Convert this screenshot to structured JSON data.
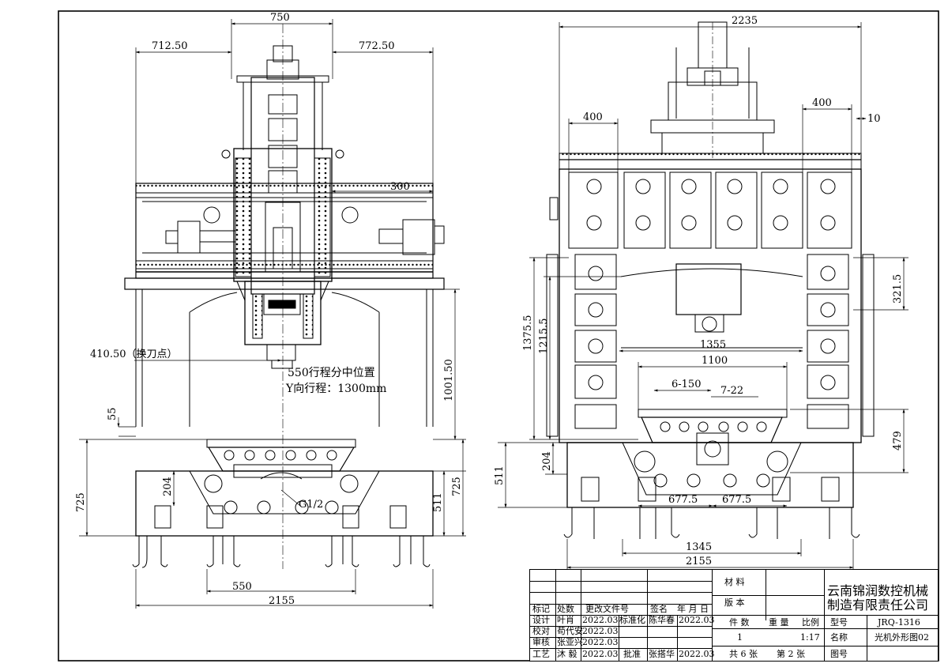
{
  "front_view": {
    "dims": {
      "top_total": "750",
      "top_left": "712.50",
      "top_right": "772.50",
      "inner_top": "300",
      "tool_change": "410.50（换刀点）",
      "right_height": "1001.50",
      "left_55": "55",
      "left_725": "725",
      "inner_204": "204",
      "right_511": "511",
      "right_725": "725",
      "slot": "G1/2",
      "bottom_inner": "550",
      "bottom_total": "2155"
    },
    "notes": {
      "travel_center": "550行程分中位置",
      "y_travel": "Y向行程：1300mm"
    }
  },
  "side_view": {
    "dims": {
      "top_total": "2235",
      "left_400": "400",
      "right_400": "400",
      "right_10": "10",
      "right_321": "321.5",
      "left_1375": "1375.5",
      "left_1215": "1215.5",
      "width_1355": "1355",
      "width_1100": "1100",
      "slots_6_150": "6-150",
      "slots_7_22": "7-22",
      "right_479": "479",
      "left_511": "511",
      "left_204": "204",
      "half_left": "677.5",
      "half_right": "677.5",
      "bottom_inner": "1345",
      "bottom_total": "2155"
    }
  },
  "title_block": {
    "company_line1": "云南锦润数控机械",
    "company_line2": "制造有限责任公司",
    "material_label": "材 料",
    "version_label": "版 本",
    "qty_label": "件 数",
    "weight_label": "重 量",
    "scale_label": "比例",
    "model_label": "型号",
    "model_value": "JRQ-1316",
    "qty_value": "1",
    "scale_value": "1:17",
    "name_label": "名称",
    "name_value": "光机外形图02",
    "sheets_total": "共 6 张",
    "sheet_no": "第 2 张",
    "drawing_no_label": "图号",
    "header_row": [
      "标记",
      "处数",
      "更改文件号",
      "签名",
      "年 月 日"
    ],
    "rows": [
      {
        "role": "设计",
        "name": "叶肖",
        "date": "2022.03",
        "role2": "标准化",
        "name2": "陈华春",
        "date2": "2022.03"
      },
      {
        "role": "校对",
        "name": "苟代安",
        "date": "2022.03"
      },
      {
        "role": "审核",
        "name": "张亚兴",
        "date": "2022.03"
      },
      {
        "role": "工艺",
        "name": "沐 毅",
        "date": "2022.03",
        "role2": "批准",
        "name2": "张搭华",
        "date2": "2022.03"
      }
    ]
  }
}
